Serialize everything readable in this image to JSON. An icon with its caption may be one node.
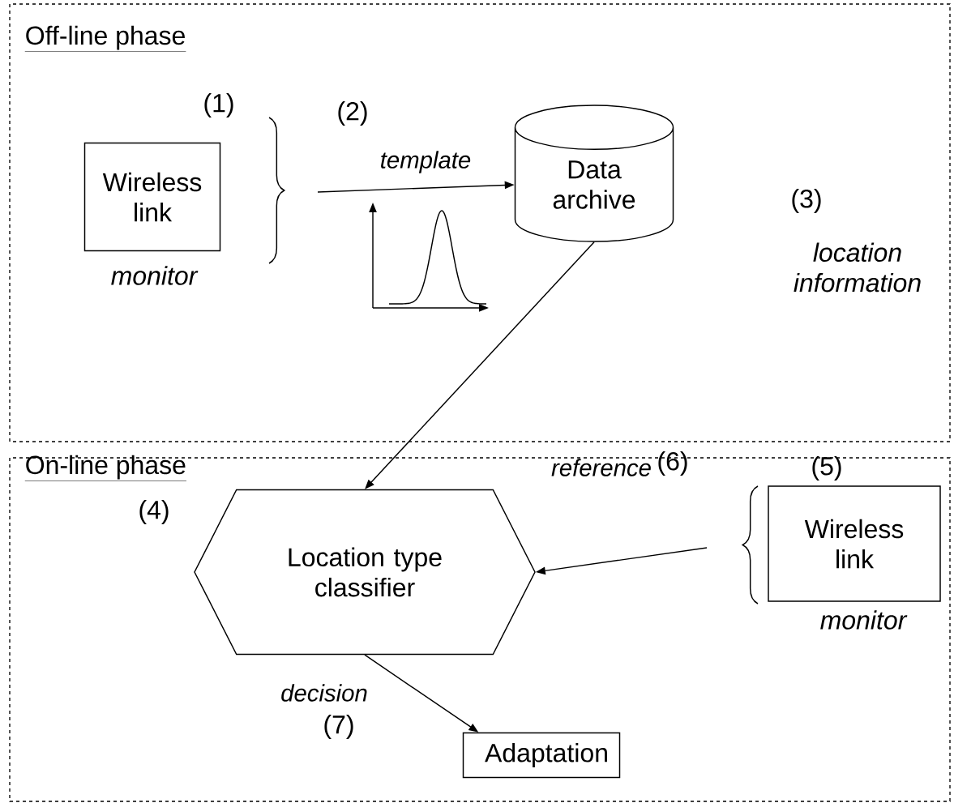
{
  "diagram": {
    "nodes": [
      {
        "text": [
          "Off-line phase"
        ]
      },
      {
        "text": [
          "Wireless link"
        ],
        "in": 0,
        "beside": [
          "monitor"
        ]
      },
      {
        "text": [
          "Data archive"
        ],
        "in": 0,
        "beside": [
          "(3)",
          "location information"
        ]
      },
      {
        "text": [
          "On-line phase"
        ]
      },
      {
        "text": [
          "Location type classifier"
        ],
        "in": 3,
        "beside": [
          "(4)"
        ]
      },
      {
        "text": [
          "Wireless link"
        ],
        "in": 3,
        "beside": [
          "(5)",
          "monitor"
        ]
      },
      {
        "text": [
          "Adaptation"
        ],
        "in": 3
      }
    ],
    "edges": [
      {
        "from": null,
        "to": 2,
        "arrow": "to",
        "label": "template"
      },
      {
        "from": 2,
        "to": 4,
        "arrow": "to",
        "label": "reference"
      },
      {
        "from": null,
        "to": 4,
        "arrow": "to"
      },
      {
        "from": 4,
        "to": 6,
        "arrow": "to",
        "label": "decision"
      }
    ],
    "labels": [
      "(1)",
      "(2)",
      "(6)",
      "(7)"
    ]
  }
}
